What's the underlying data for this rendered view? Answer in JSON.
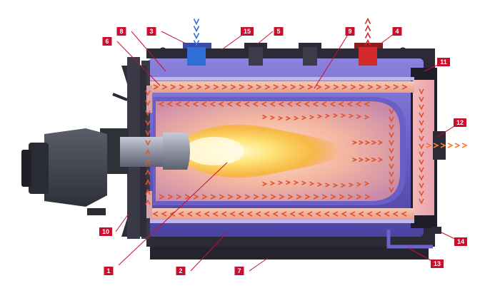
{
  "diagram": {
    "callouts": [
      {
        "id": "c1",
        "label": "1"
      },
      {
        "id": "c2",
        "label": "2"
      },
      {
        "id": "c3",
        "label": "3"
      },
      {
        "id": "c4",
        "label": "4"
      },
      {
        "id": "c5",
        "label": "5"
      },
      {
        "id": "c6",
        "label": "6"
      },
      {
        "id": "c7",
        "label": "7"
      },
      {
        "id": "c8",
        "label": "8"
      },
      {
        "id": "c9",
        "label": "9"
      },
      {
        "id": "c10",
        "label": "10"
      },
      {
        "id": "c11",
        "label": "11"
      },
      {
        "id": "c12",
        "label": "12"
      },
      {
        "id": "c13",
        "label": "13"
      },
      {
        "id": "c14",
        "label": "14"
      },
      {
        "id": "c15",
        "label": "15"
      }
    ],
    "colors": {
      "callout_bg": "#c8102e",
      "callout_text": "#ffffff",
      "leader_line": "#c8102e",
      "water_inlet": "#2f6fd6",
      "hot_outlet": "#d22a2a",
      "flame_core": "#fff4b0",
      "flame_edge": "#f2a31c",
      "flue_arrow": "#ff7a2a",
      "shell_dark": "#2b2a36",
      "water_jacket": "#6d62c9",
      "burner_body": "#3c3f48"
    },
    "icons": [
      "arrow-down-icon",
      "arrow-up-icon",
      "arrow-right-icon",
      "arrow-left-icon"
    ]
  }
}
